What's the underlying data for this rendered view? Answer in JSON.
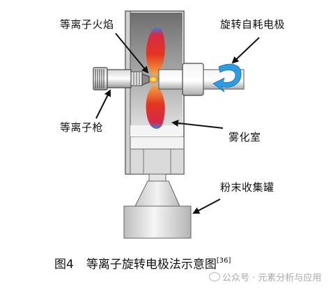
{
  "labels": {
    "plasma_flame": "等离子火焰",
    "rotating_electrode": "旋转自耗电极",
    "plasma_gun": "等离子枪",
    "atomization_chamber": "雾化室",
    "powder_tank": "粉末收集罐"
  },
  "caption": {
    "figure_number": "图4",
    "title": "等离子旋转电极法示意图",
    "reference": "[36]"
  },
  "watermark": {
    "text": "公众号 · 元素分析与应用",
    "icon": "wechat-icon"
  },
  "colors": {
    "chamber_gray": "#8a8a8a",
    "flame_red": "#e0301e",
    "flame_orange": "#f29a3a",
    "flame_blue": "#3f7fd6",
    "rotation_arrow_blue": "#2f9be0"
  }
}
